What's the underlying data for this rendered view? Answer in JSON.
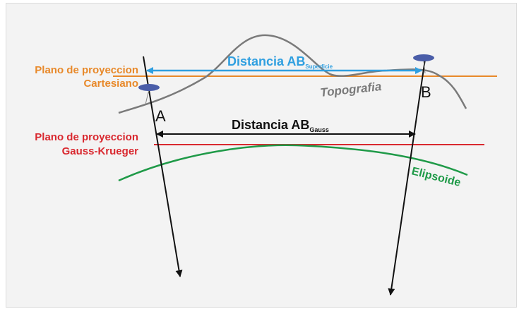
{
  "diagram": {
    "cartesian_plane": {
      "line1": "Plano de proyeccion",
      "line2": "Cartesiano",
      "color": "#e8892a"
    },
    "gauss_plane": {
      "line1": "Plano de proyeccion",
      "line2": "Gauss-Krueger",
      "color": "#d9282f"
    },
    "surface_distance": {
      "main": "Distancia AB",
      "sub": "Superficie",
      "color": "#2f9fe0"
    },
    "gauss_distance": {
      "main": "Distancia AB",
      "sub": "Gauss",
      "color": "#111111"
    },
    "topography": {
      "label": "Topografia",
      "color": "#7a7a7a"
    },
    "ellipsoid": {
      "label": "Elipsoide",
      "color": "#1f9a48"
    },
    "point_a": "A",
    "point_b": "B",
    "marker_color": "#4a5da8"
  }
}
